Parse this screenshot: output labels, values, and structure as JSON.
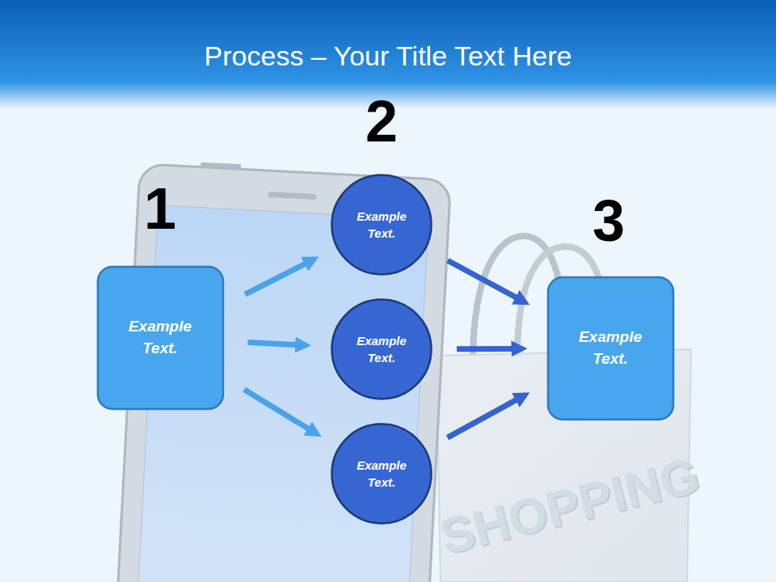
{
  "diagram": {
    "title": "Process – Your Title Text Here",
    "nodes": [
      {
        "text": [
          "Example Text."
        ]
      },
      {
        "text": [
          "Example Text."
        ]
      },
      {
        "text": [
          "Example Text."
        ]
      },
      {
        "text": [
          "Example Text."
        ]
      },
      {
        "text": [
          "Example Text."
        ]
      }
    ],
    "edges": [
      {
        "from": 0,
        "to": 1,
        "arrow": "to"
      },
      {
        "from": 0,
        "to": 2,
        "arrow": "to"
      },
      {
        "from": 0,
        "to": 3,
        "arrow": "to"
      },
      {
        "from": 1,
        "to": 4,
        "arrow": "to"
      },
      {
        "from": 2,
        "to": 4,
        "arrow": "to"
      },
      {
        "from": 3,
        "to": 4,
        "arrow": "to"
      }
    ],
    "labels": [
      "1",
      "2",
      "3",
      "SHOPPING"
    ]
  }
}
